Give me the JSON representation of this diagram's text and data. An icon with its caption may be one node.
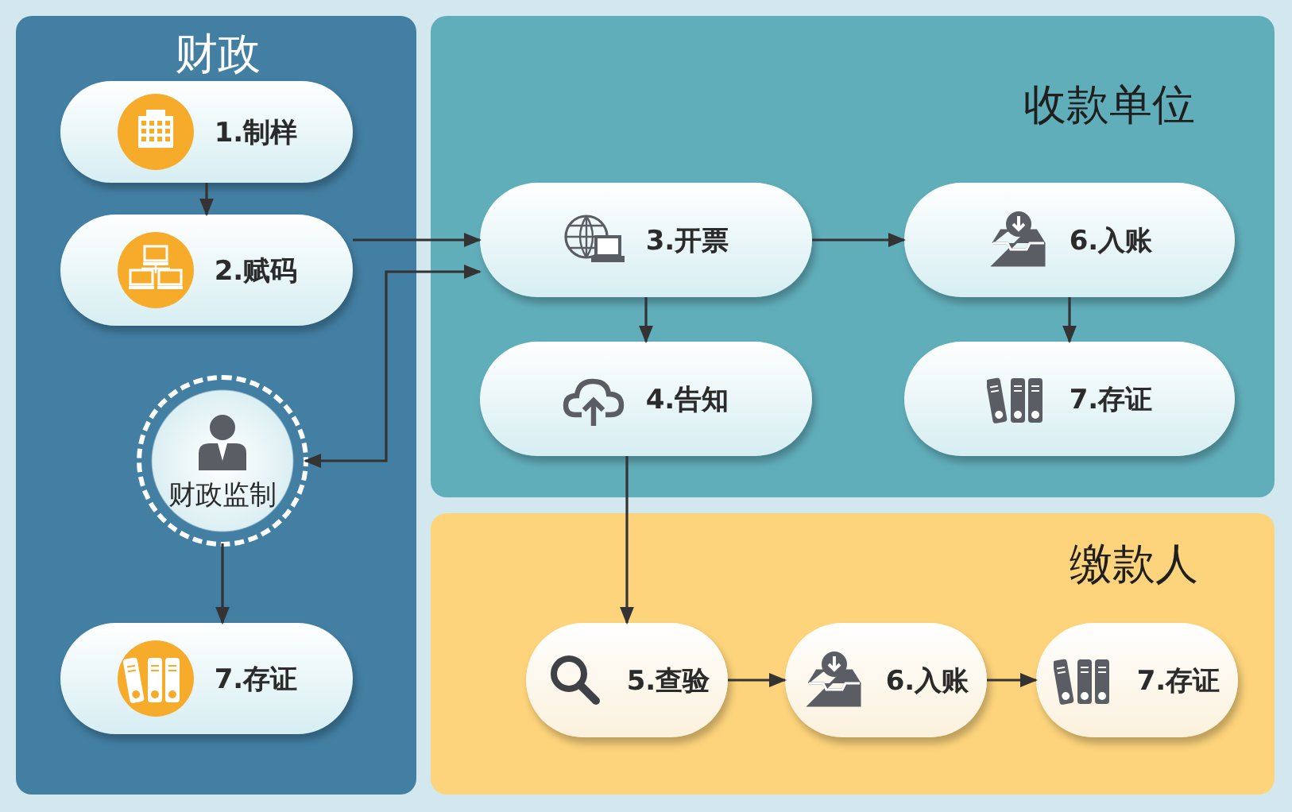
{
  "diagram": {
    "nodes": [
      {
        "text": [
          "财政"
        ]
      },
      {
        "text": [
          "1.制样"
        ],
        "in": 0
      },
      {
        "text": [
          "2.赋码"
        ],
        "in": 0
      },
      {
        "text": [
          "财政监制"
        ],
        "in": 0
      },
      {
        "text": [
          "7.存证"
        ],
        "in": 0
      },
      {
        "text": [
          "收款单位"
        ]
      },
      {
        "text": [
          "3.开票"
        ],
        "in": 5
      },
      {
        "text": [
          "6.入账"
        ],
        "in": 5
      },
      {
        "text": [
          "4.告知"
        ],
        "in": 5
      },
      {
        "text": [
          "7.存证"
        ],
        "in": 5
      },
      {
        "text": [
          "缴款人"
        ]
      },
      {
        "text": [
          "5.查验"
        ],
        "in": 10
      },
      {
        "text": [
          "6.入账"
        ],
        "in": 10
      },
      {
        "text": [
          "7.存证"
        ],
        "in": 10
      }
    ],
    "edges": [
      {
        "from": 1,
        "to": 2,
        "arrow": "to"
      },
      {
        "from": 2,
        "to": 6,
        "arrow": "to"
      },
      {
        "from": 3,
        "to": 6,
        "arrow": "both"
      },
      {
        "from": 3,
        "to": 4,
        "arrow": "to"
      },
      {
        "from": 6,
        "to": 7,
        "arrow": "to"
      },
      {
        "from": 7,
        "to": 9,
        "arrow": "to"
      },
      {
        "from": 6,
        "to": 8,
        "arrow": "to"
      },
      {
        "from": 8,
        "to": 11,
        "arrow": "to"
      },
      {
        "from": 11,
        "to": 12,
        "arrow": "to"
      },
      {
        "from": 12,
        "to": 13,
        "arrow": "to"
      }
    ]
  }
}
